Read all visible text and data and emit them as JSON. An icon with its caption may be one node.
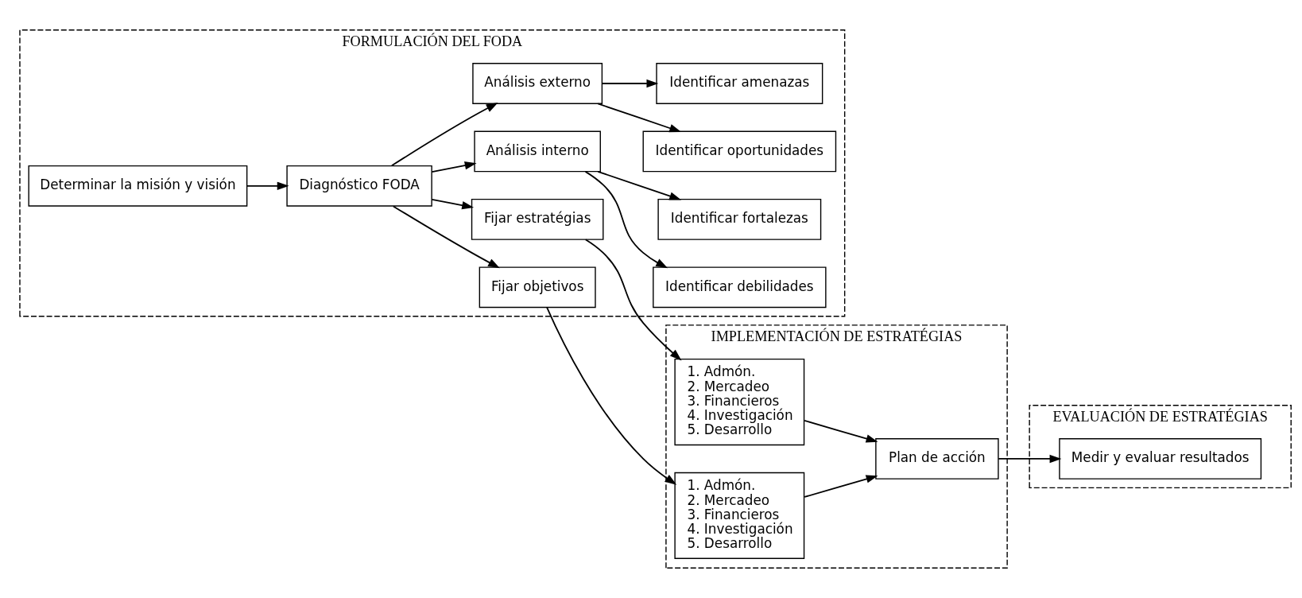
{
  "diagram": {
    "nodes": [
      {
        "text": [
          "FORMULACIÓN DEL FODA"
        ]
      },
      {
        "text": [
          "IMPLEMENTACIÓN DE ESTRATÉGIAS"
        ]
      },
      {
        "text": [
          "EVALUACIÓN DE ESTRATÉGIAS"
        ]
      },
      {
        "text": [
          "Determinar la misión y visión"
        ],
        "in": 0
      },
      {
        "text": [
          "Análisis interno"
        ],
        "in": 0
      },
      {
        "text": [
          "Identificar debilidades"
        ],
        "in": 0
      },
      {
        "text": [
          "Identificar fortalezas"
        ],
        "in": 0
      },
      {
        "text": [
          "Diagnóstico FODA"
        ],
        "in": 0
      },
      {
        "text": [
          "Análisis externo"
        ],
        "in": 0
      },
      {
        "text": [
          "Identificar oportunidades"
        ],
        "in": 0
      },
      {
        "text": [
          "Identificar amenazas"
        ],
        "in": 0
      },
      {
        "text": [
          "Fijar objetivos"
        ],
        "in": 0
      },
      {
        "text": [
          "Fijar estratégias"
        ],
        "in": 0
      },
      {
        "text": [
          "1. Admón.",
          "2. Mercadeo",
          "3. Financieros",
          "4. Investigación",
          "5. Desarrollo"
        ],
        "in": 1
      },
      {
        "text": [
          "1. Admón.",
          "2. Mercadeo",
          "3. Financieros",
          "4. Investigación",
          "5. Desarrollo"
        ],
        "in": 1
      },
      {
        "text": [
          "Plan de acción"
        ],
        "in": 1
      },
      {
        "text": [
          "Medir y evaluar resultados"
        ],
        "in": 2
      }
    ],
    "edges": [
      {
        "from": 3,
        "to": 7,
        "arrow": "to"
      },
      {
        "from": 7,
        "to": 4,
        "arrow": "to"
      },
      {
        "from": 7,
        "to": 8,
        "arrow": "to"
      },
      {
        "from": 4,
        "to": 5,
        "arrow": "to"
      },
      {
        "from": 4,
        "to": 6,
        "arrow": "to"
      },
      {
        "from": 8,
        "to": 9,
        "arrow": "to"
      },
      {
        "from": 8,
        "to": 10,
        "arrow": "to"
      },
      {
        "from": 7,
        "to": 11,
        "arrow": "to"
      },
      {
        "from": 7,
        "to": 12,
        "arrow": "to"
      },
      {
        "from": 11,
        "to": 13,
        "arrow": "to"
      },
      {
        "from": 12,
        "to": 14,
        "arrow": "to"
      },
      {
        "from": 13,
        "to": 15,
        "arrow": "to"
      },
      {
        "from": 14,
        "to": 15,
        "arrow": "to"
      },
      {
        "from": 15,
        "to": 16,
        "arrow": "to"
      }
    ]
  }
}
